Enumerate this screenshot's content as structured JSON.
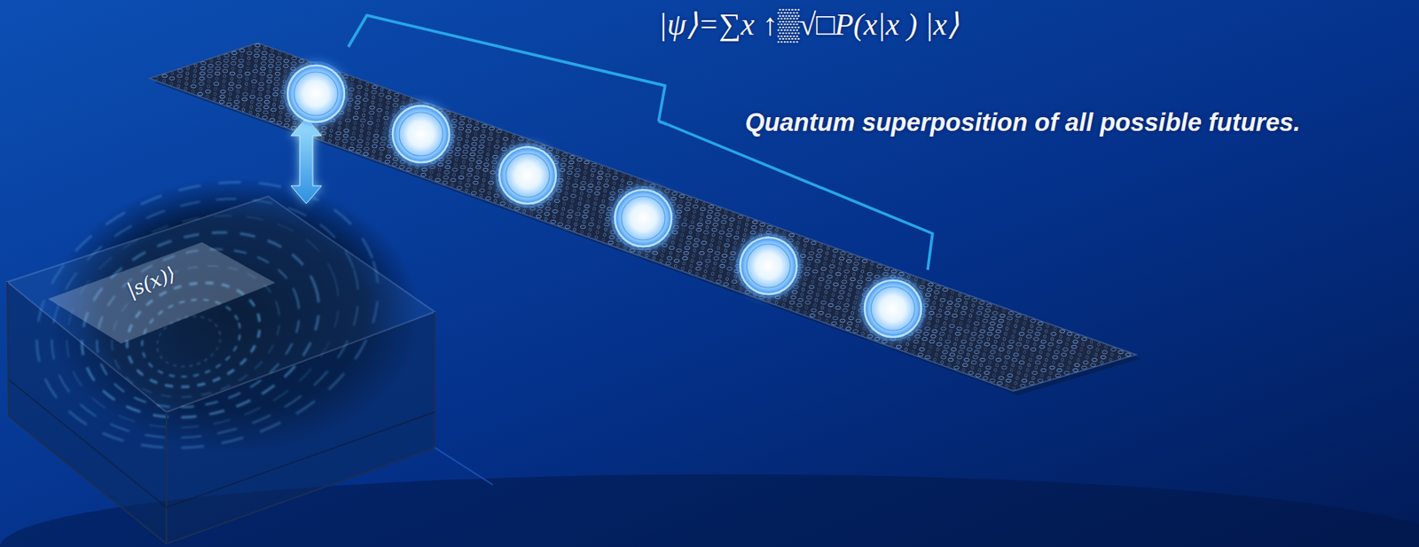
{
  "diagram": {
    "nodes": [
      {
        "text": [
          "|s(x)⟩"
        ]
      }
    ],
    "labels": [
      "|ψ⟩=∑x ↑▒√□P(x|x ) |x⟩",
      "Quantum superposition of all possible futures."
    ]
  }
}
